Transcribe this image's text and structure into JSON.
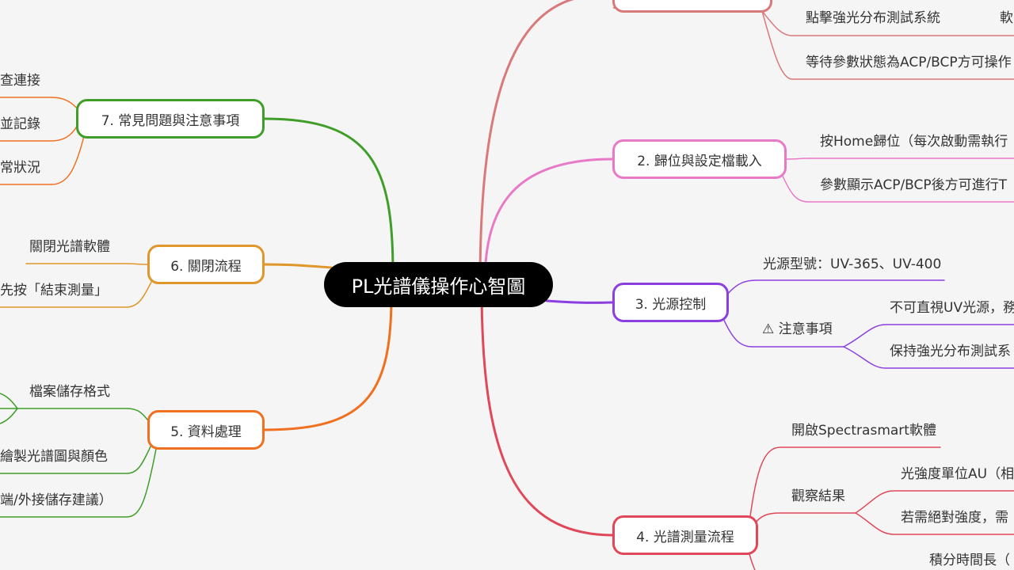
{
  "center": {
    "label": "PL光譜儀操作心智圖"
  },
  "branches": {
    "b2": {
      "label": "2. 歸位與設定檔載入",
      "color": "#e879c6"
    },
    "b3": {
      "label": "3. 光源控制",
      "color": "#8b3fe0"
    },
    "b4": {
      "label": "4. 光譜測量流程",
      "color": "#e04859"
    },
    "b5": {
      "label": "5. 資料處理",
      "color": "#f07020"
    },
    "b6": {
      "label": "6. 關閉流程",
      "color": "#e0962a"
    },
    "b7": {
      "label": "7. 常見問題與注意事項",
      "color": "#3f9e2a"
    },
    "b1": {
      "color": "#d97a7a"
    }
  },
  "labels": {
    "b1_click": "點擊強光分布測試系統",
    "b1_click_tail": "軟",
    "b1_wait": "等待參數狀態為ACP/BCP方可操作",
    "b2_home": "按Home歸位（每次啟動需執行",
    "b2_params": "參數顯示ACP/BCP後方可進行T",
    "b3_model": "光源型號：UV-365、UV-400",
    "b3_notes": "⚠ 注意事項",
    "b3_note1": "不可直視UV光源，務",
    "b3_note2": "保持強光分布測試系",
    "b4_open": "開啟Spectrasmart軟體",
    "b4_observe": "觀察結果",
    "b4_obs1": "光強度單位AU（相",
    "b4_obs2": "若需絕對強度，需",
    "b4_integ": "積分時間長（",
    "b5_format": "檔案儲存格式",
    "b5_plot": "繪製光譜圖與顏色",
    "b5_storage": "端/外接儲存建議）",
    "b6_close": "關閉光譜軟體",
    "b6_first": "先按「結束測量」",
    "b7_check": "查連接",
    "b7_record": "並記錄",
    "b7_abnormal": "常狀況"
  }
}
